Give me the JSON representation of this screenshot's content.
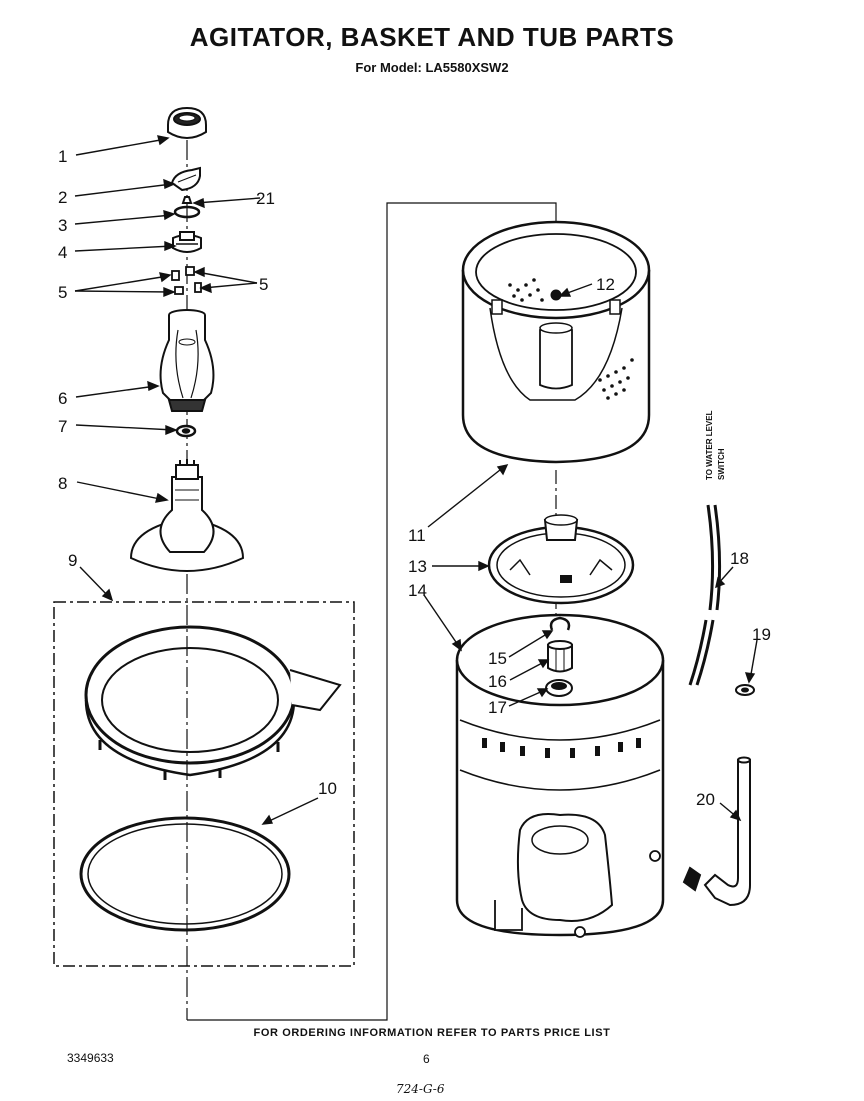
{
  "header": {
    "title": "AGITATOR, BASKET AND TUB PARTS",
    "subtitle": "For Model: LA5580XSW2"
  },
  "callouts": [
    "1",
    "2",
    "3",
    "4",
    "5",
    "5",
    "6",
    "7",
    "8",
    "9",
    "10",
    "11",
    "12",
    "13",
    "14",
    "15",
    "16",
    "17",
    "18",
    "19",
    "20",
    "21"
  ],
  "side_label": {
    "line1": "TO WATER LEVEL",
    "line2": "SWITCH"
  },
  "footer": {
    "note": "FOR ORDERING INFORMATION REFER TO PARTS PRICE LIST",
    "doc_number": "3349633",
    "page": "6",
    "handwritten": "724-G-6"
  }
}
